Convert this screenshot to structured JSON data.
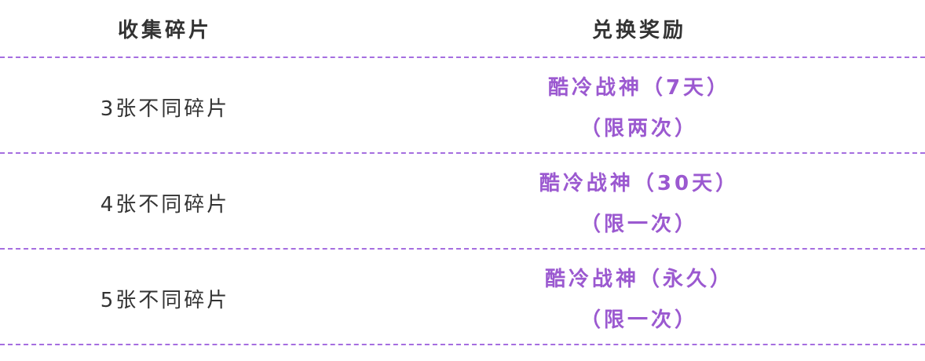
{
  "header": {
    "col_fragments": "收集碎片",
    "col_reward": "兑换奖励"
  },
  "rows": [
    {
      "fragments": "3张不同碎片",
      "reward_name": "酷冷战神（7天）",
      "reward_limit": "（限两次）"
    },
    {
      "fragments": "4张不同碎片",
      "reward_name": "酷冷战神（30天）",
      "reward_limit": "（限一次）"
    },
    {
      "fragments": "5张不同碎片",
      "reward_name": "酷冷战神（永久）",
      "reward_limit": "（限一次）"
    }
  ],
  "colors": {
    "header_text": "#333333",
    "body_text": "#333333",
    "reward_text": "#9b59d0",
    "divider": "#a56ee0"
  }
}
